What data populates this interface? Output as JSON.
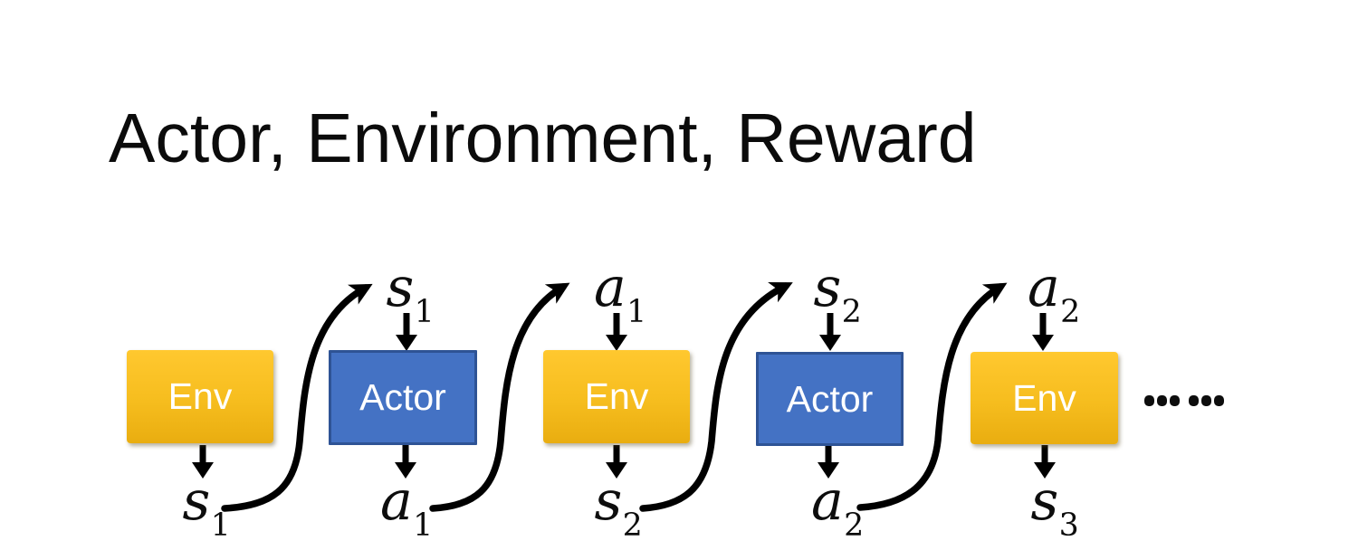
{
  "slide": {
    "title": "Actor, Environment, Reward"
  },
  "colors": {
    "env_gradient_top": "#FFC82F",
    "env_gradient_bottom": "#E9AD10",
    "actor_fill": "#4472C4",
    "actor_border": "#2E5395",
    "arrow": "#000000",
    "box_text": "#FFFFFF",
    "title_text": "#0B0B0B"
  },
  "diagram": {
    "boxes": [
      {
        "label": "Env",
        "kind": "env"
      },
      {
        "label": "Actor",
        "kind": "actor"
      },
      {
        "label": "Env",
        "kind": "env"
      },
      {
        "label": "Actor",
        "kind": "actor"
      },
      {
        "label": "Env",
        "kind": "env"
      }
    ],
    "top_labels": [
      {
        "base": "s",
        "sub": "1"
      },
      {
        "base": "a",
        "sub": "1"
      },
      {
        "base": "s",
        "sub": "2"
      },
      {
        "base": "a",
        "sub": "2"
      }
    ],
    "bottom_labels": [
      {
        "base": "s",
        "sub": "1"
      },
      {
        "base": "a",
        "sub": "1"
      },
      {
        "base": "s",
        "sub": "2"
      },
      {
        "base": "a",
        "sub": "2"
      },
      {
        "base": "s",
        "sub": "3"
      }
    ],
    "ellipsis_icon": "six-dots-ellipsis"
  }
}
